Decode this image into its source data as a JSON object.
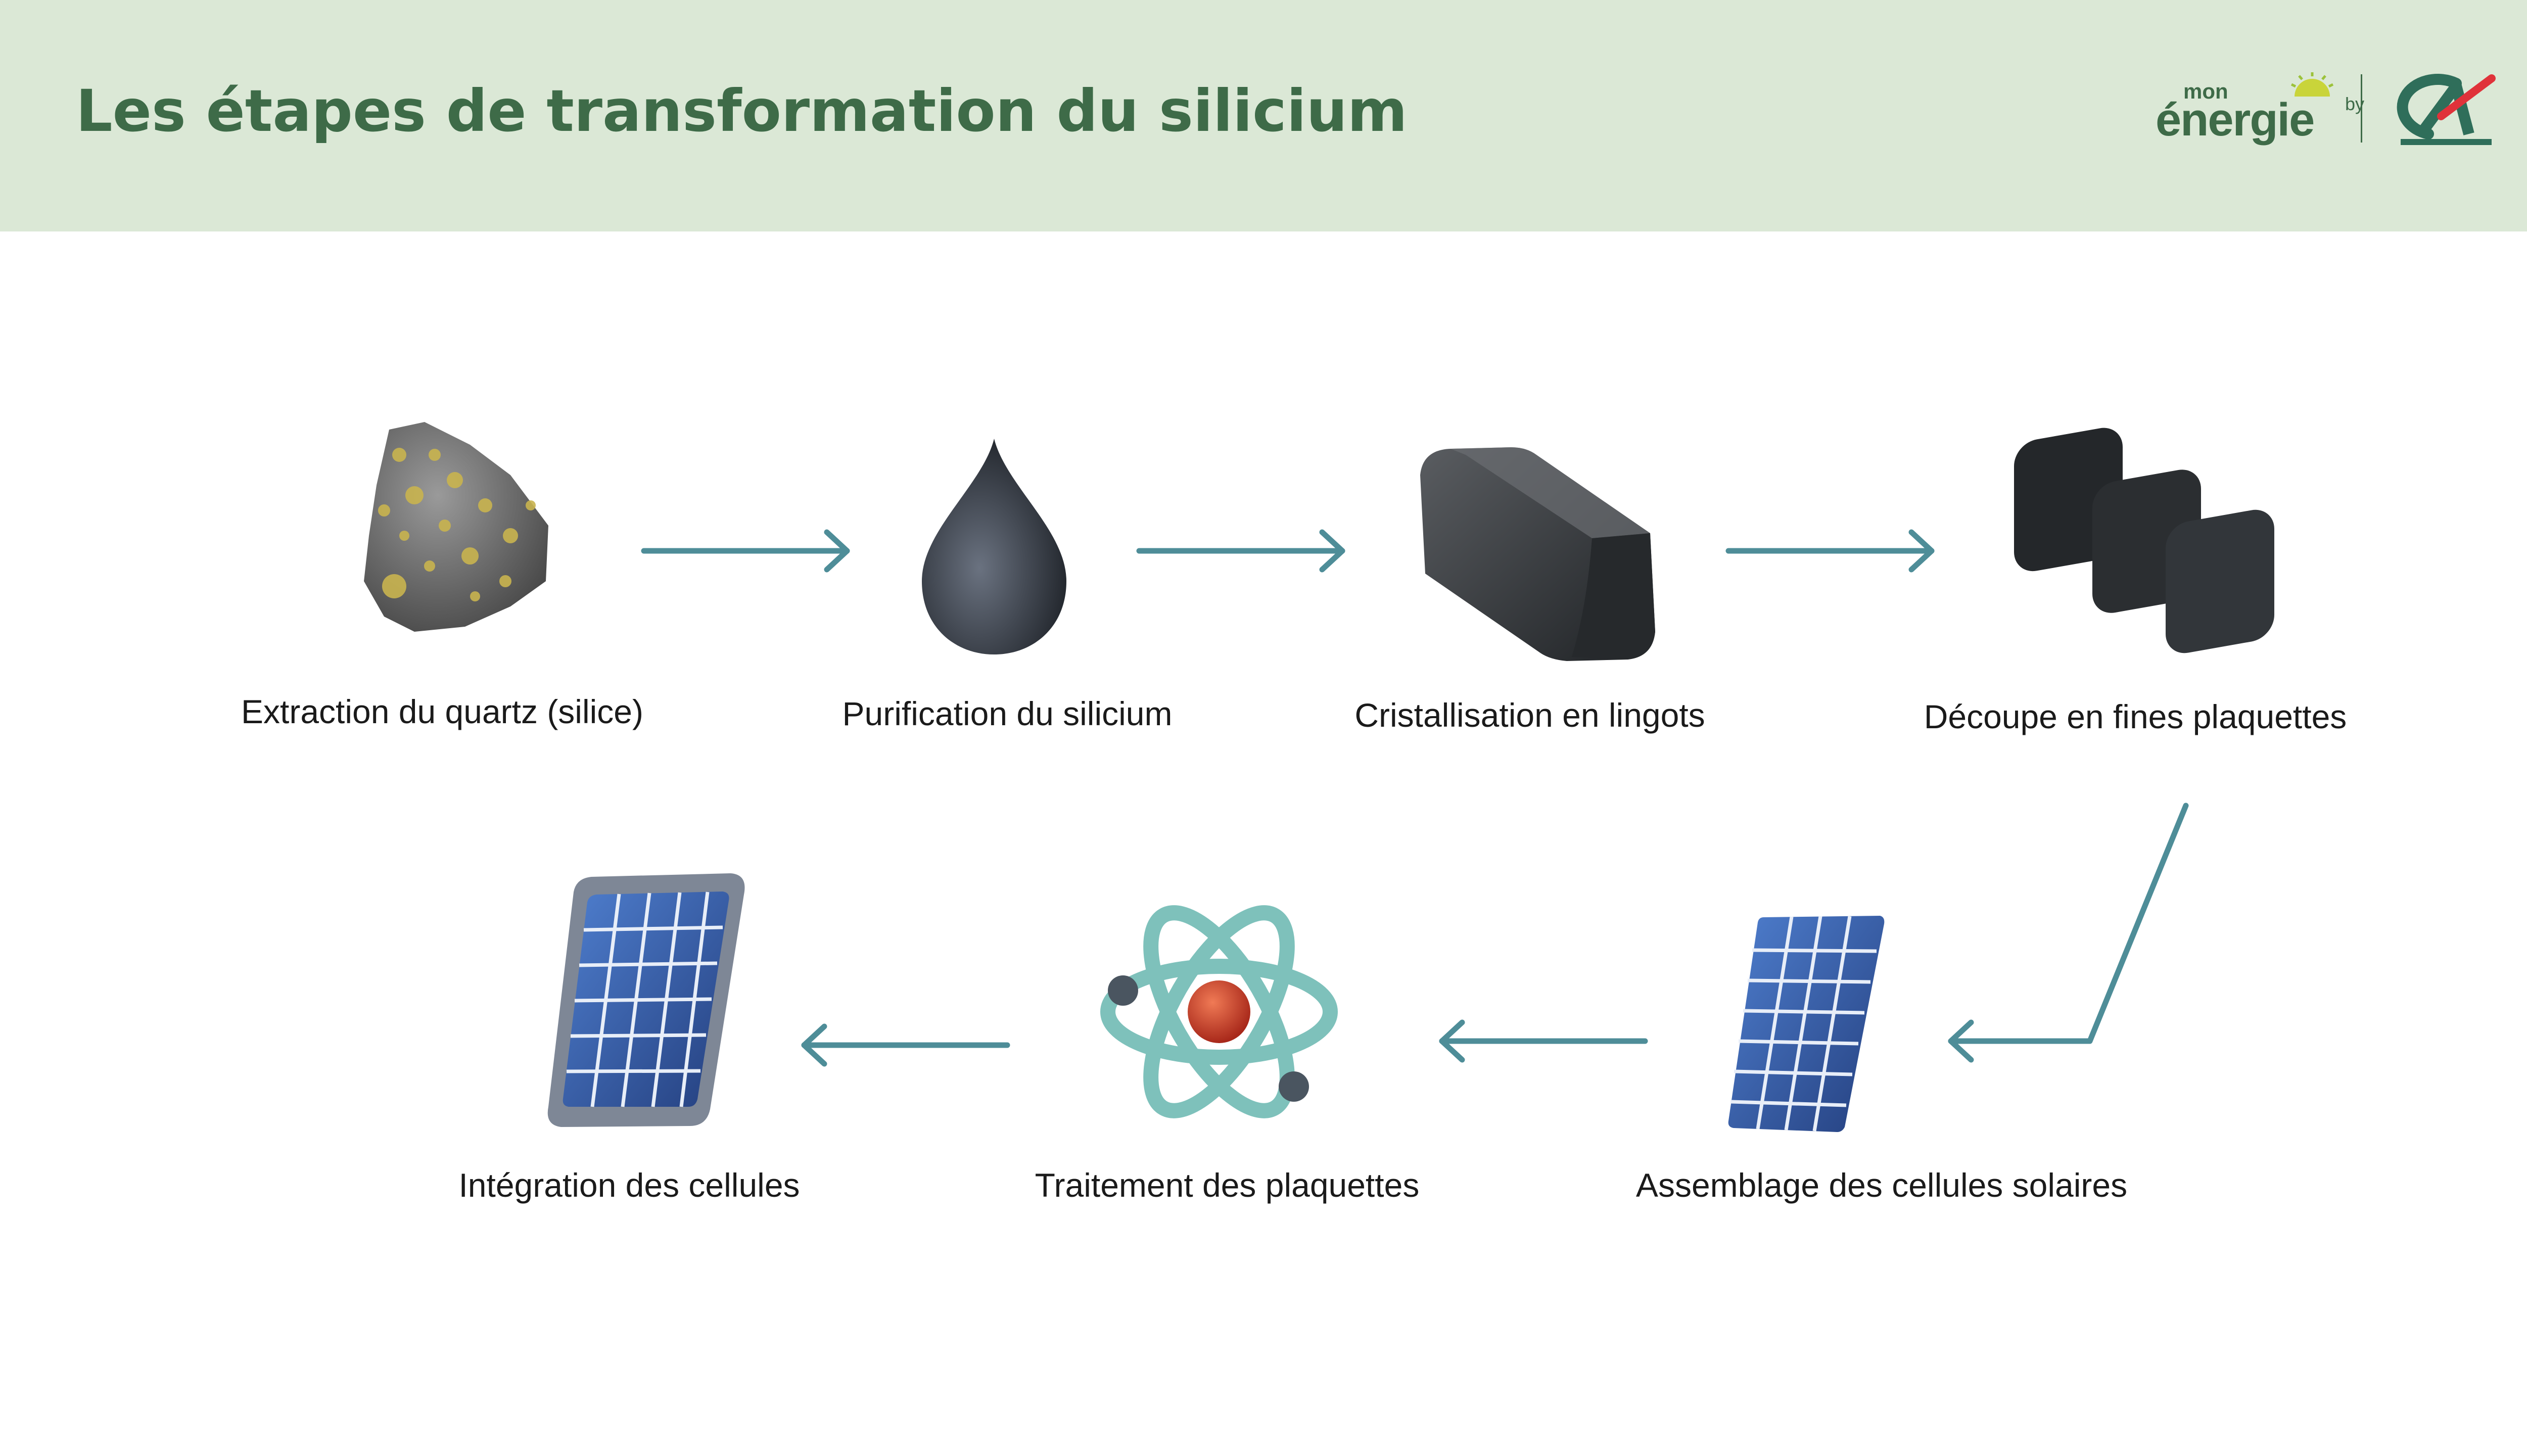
{
  "header": {
    "title": "Les étapes de transformation du silicium",
    "logo": {
      "mon": "mon",
      "energie": "énergie",
      "by": "by",
      "brand": "CA"
    }
  },
  "steps": [
    {
      "label": "Extraction du quartz (silice)",
      "icon": "quartz-rock-icon"
    },
    {
      "label": "Purification du silicium",
      "icon": "silicon-drop-icon"
    },
    {
      "label": "Cristallisation en lingots",
      "icon": "ingot-icon"
    },
    {
      "label": "Découpe en fines plaquettes",
      "icon": "wafers-icon"
    },
    {
      "label": "Assemblage des cellules solaires",
      "icon": "solar-cell-icon"
    },
    {
      "label": "Traitement des plaquettes",
      "icon": "atom-icon"
    },
    {
      "label": "Intégration des cellules",
      "icon": "solar-panel-icon"
    }
  ],
  "colors": {
    "header_bg": "#dbe8d6",
    "title": "#3e6b48",
    "arrow": "#4e8d98",
    "panel_blue": "#3b67b0"
  }
}
